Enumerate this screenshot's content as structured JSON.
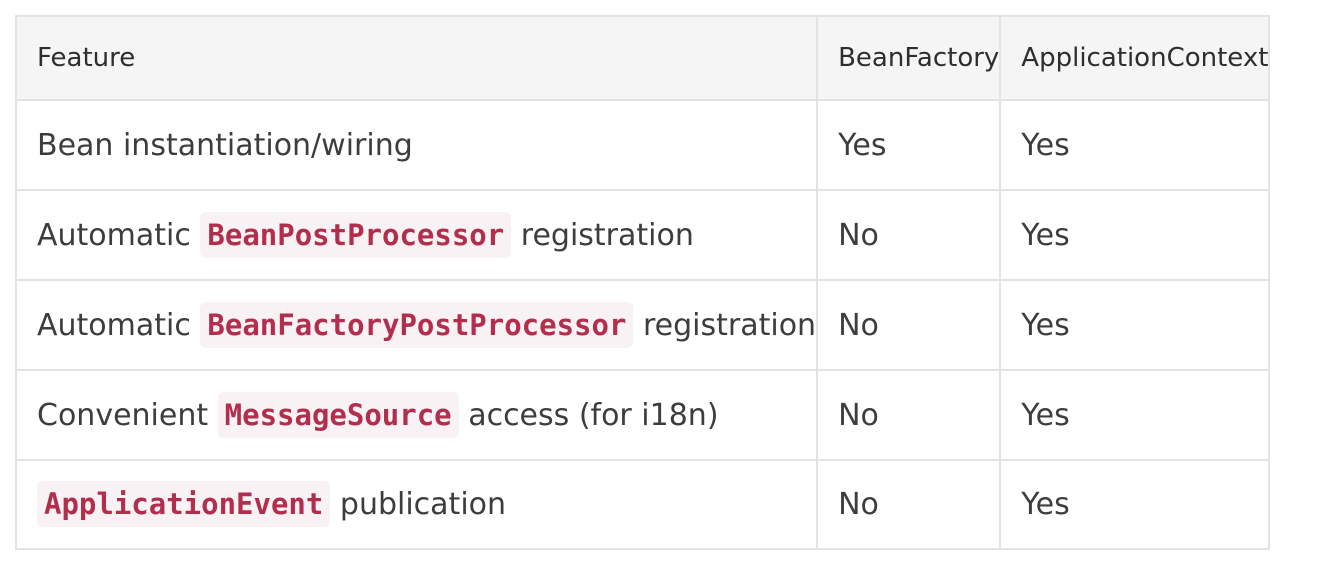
{
  "table": {
    "headers": {
      "feature": "Feature",
      "bean_factory": "BeanFactory",
      "application_context": "ApplicationContext"
    },
    "rows": [
      {
        "feature_prefix": "Bean instantiation/wiring",
        "feature_code": "",
        "feature_suffix": "",
        "bean_factory": "Yes",
        "application_context": "Yes"
      },
      {
        "feature_prefix": "Automatic",
        "feature_code": "BeanPostProcessor",
        "feature_suffix": "registration",
        "bean_factory": "No",
        "application_context": "Yes"
      },
      {
        "feature_prefix": "Automatic",
        "feature_code": "BeanFactoryPostProcessor",
        "feature_suffix": "registration",
        "bean_factory": "No",
        "application_context": "Yes"
      },
      {
        "feature_prefix": "Convenient",
        "feature_code": "MessageSource",
        "feature_suffix": "access (for i18n)",
        "bean_factory": "No",
        "application_context": "Yes"
      },
      {
        "feature_prefix": "",
        "feature_code": "ApplicationEvent",
        "feature_suffix": "publication",
        "bean_factory": "No",
        "application_context": "Yes"
      }
    ]
  },
  "colors": {
    "header_background": "#f5f5f5",
    "border": "#e3e3e3",
    "code_text": "#b22e4c",
    "code_background": "#f9f2f4"
  }
}
